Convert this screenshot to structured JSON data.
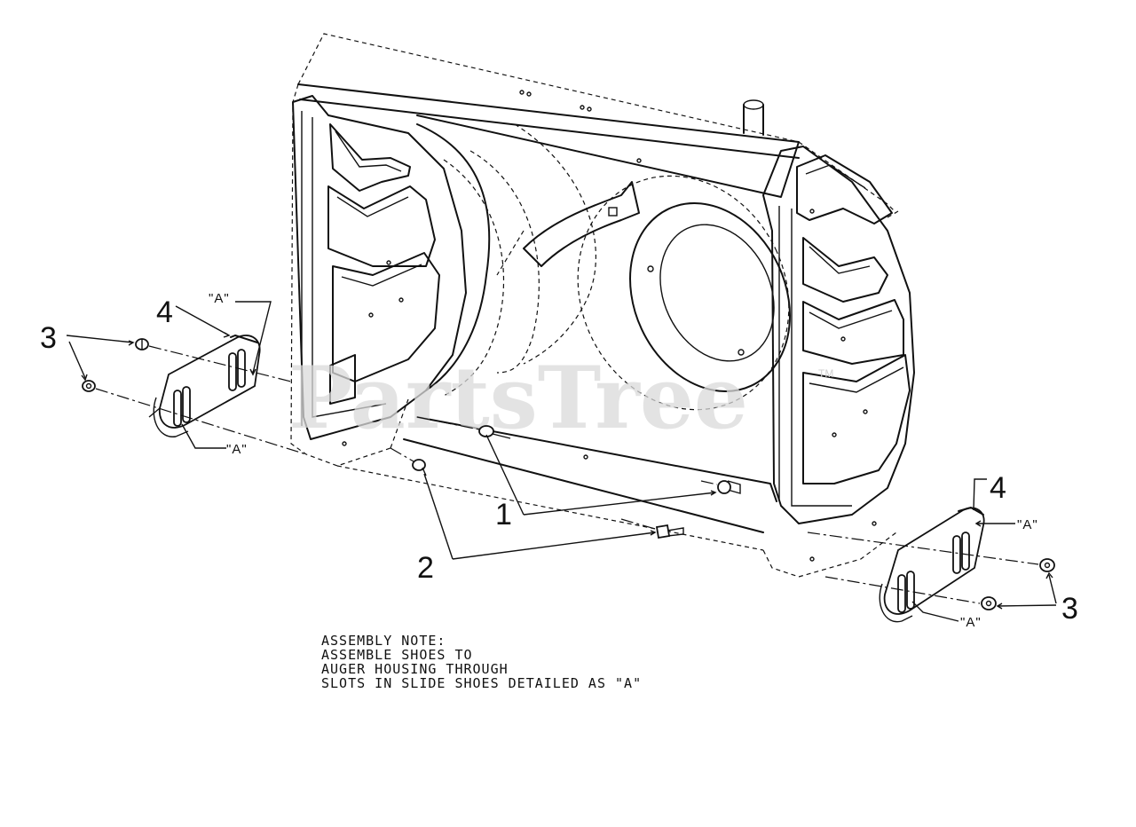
{
  "watermark": {
    "text": "PartsTree",
    "trademark": "TM"
  },
  "callouts": {
    "c1": "1",
    "c2": "2",
    "c3_left": "3",
    "c3_right": "3",
    "c4_left": "4",
    "c4_right": "4"
  },
  "detail_labels": {
    "a_left_top": "\"A\"",
    "a_left_bottom": "\"A\"",
    "a_right_top": "\"A\"",
    "a_right_bottom": "\"A\""
  },
  "assembly_note": {
    "line1": "ASSEMBLY NOTE:",
    "line2": "ASSEMBLE SHOES TO",
    "line3": "AUGER HOUSING THROUGH",
    "line4": "SLOTS IN SLIDE SHOES DETAILED AS \"A\""
  }
}
